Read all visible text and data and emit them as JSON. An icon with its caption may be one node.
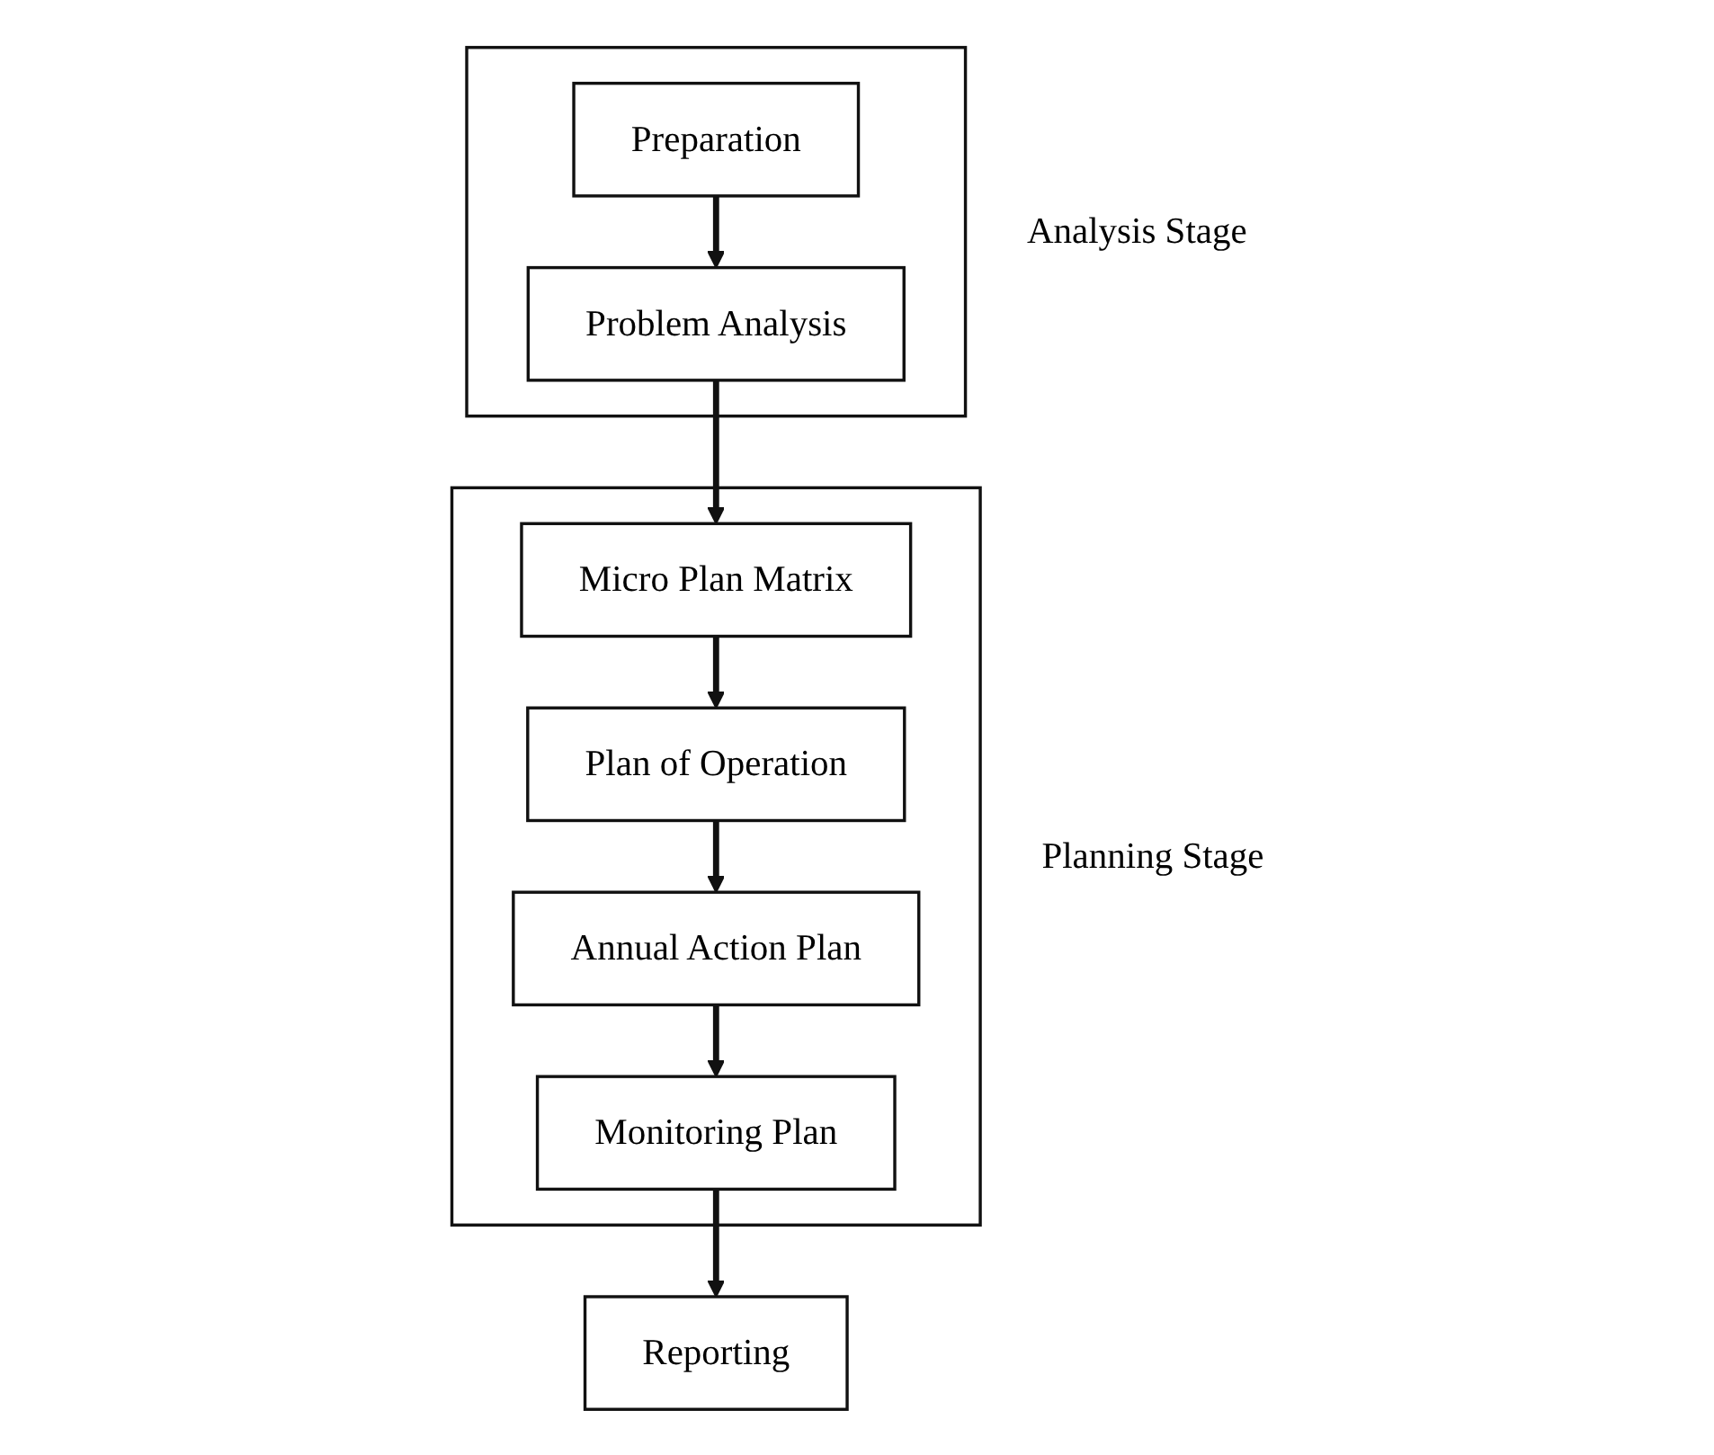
{
  "diagram": {
    "nodes": [
      {
        "text": [
          "Analysis Stage"
        ]
      },
      {
        "text": [
          "Preparation"
        ],
        "in": 0
      },
      {
        "text": [
          "Problem Analysis"
        ],
        "in": 0
      },
      {
        "text": [
          "Planning Stage"
        ]
      },
      {
        "text": [
          "Micro Plan Matrix"
        ],
        "in": 3
      },
      {
        "text": [
          "Plan of Operation"
        ],
        "in": 3
      },
      {
        "text": [
          "Annual Action Plan"
        ],
        "in": 3
      },
      {
        "text": [
          "Monitoring Plan"
        ],
        "in": 3
      },
      {
        "text": [
          "Reporting"
        ]
      }
    ],
    "edges": [
      {
        "from": 1,
        "to": 2,
        "arrow": "to"
      },
      {
        "from": 2,
        "to": 4,
        "arrow": "to"
      },
      {
        "from": 4,
        "to": 5,
        "arrow": "to"
      },
      {
        "from": 5,
        "to": 6,
        "arrow": "to"
      },
      {
        "from": 6,
        "to": 7,
        "arrow": "to"
      },
      {
        "from": 7,
        "to": 8,
        "arrow": "to"
      }
    ]
  }
}
